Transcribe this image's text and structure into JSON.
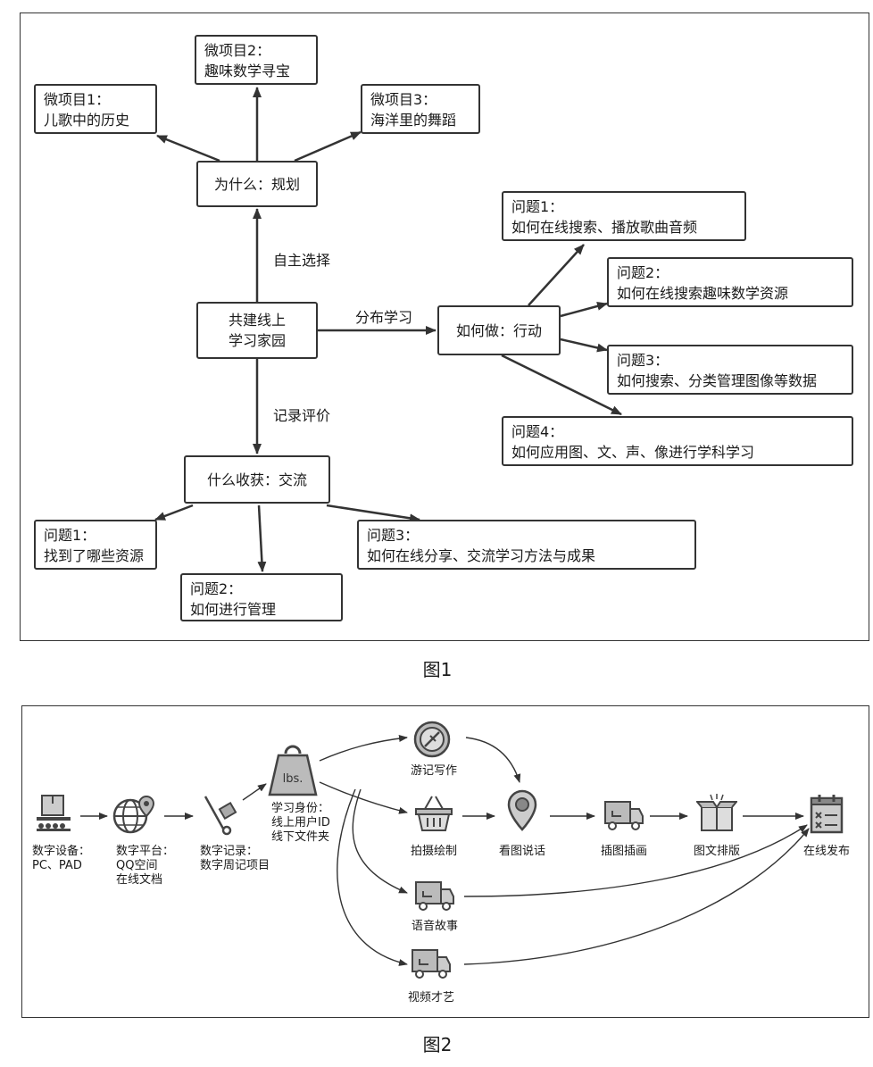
{
  "figure1": {
    "caption": "图1",
    "center": {
      "line1": "共建线上",
      "line2": "学习家园"
    },
    "plan": {
      "label": "为什么：规划"
    },
    "action": {
      "label": "如何做：行动"
    },
    "harvest": {
      "label": "什么收获：交流"
    },
    "edge_labels": {
      "up": "自主选择",
      "right": "分布学习",
      "down": "记录评价"
    },
    "micro_projects": [
      {
        "title": "微项目1：",
        "name": "儿歌中的历史"
      },
      {
        "title": "微项目2：",
        "name": "趣味数学寻宝"
      },
      {
        "title": "微项目3：",
        "name": "海洋里的舞蹈"
      }
    ],
    "action_questions": [
      {
        "title": "问题1：",
        "text": "如何在线搜索、播放歌曲音频"
      },
      {
        "title": "问题2：",
        "text": "如何在线搜索趣味数学资源"
      },
      {
        "title": "问题3：",
        "text": "如何搜索、分类管理图像等数据"
      },
      {
        "title": "问题4：",
        "text": "如何应用图、文、声、像进行学科学习"
      }
    ],
    "harvest_questions": [
      {
        "title": "问题1：",
        "text": "找到了哪些资源"
      },
      {
        "title": "问题2：",
        "text": "如何进行管理"
      },
      {
        "title": "问题3：",
        "text": "如何在线分享、交流学习方法与成果"
      }
    ]
  },
  "figure2": {
    "caption": "图2",
    "device": {
      "line1": "数字设备：",
      "line2": "PC、PAD"
    },
    "platform": {
      "line1": "数字平台：",
      "line2": "QQ空间",
      "line3": "在线文档"
    },
    "record": {
      "line1": "数字记录：",
      "line2": "数字周记项目"
    },
    "identity": {
      "line1": "学习身份：",
      "line2": "线上用户ID",
      "line3": "线下文件夹",
      "weight_text": "lbs."
    },
    "travel": "游记写作",
    "photo": "拍摄绘制",
    "talk": "看图说话",
    "illustrate": "插图插画",
    "layout": "图文排版",
    "publish": "在线发布",
    "voice": "语音故事",
    "video": "视频才艺"
  }
}
